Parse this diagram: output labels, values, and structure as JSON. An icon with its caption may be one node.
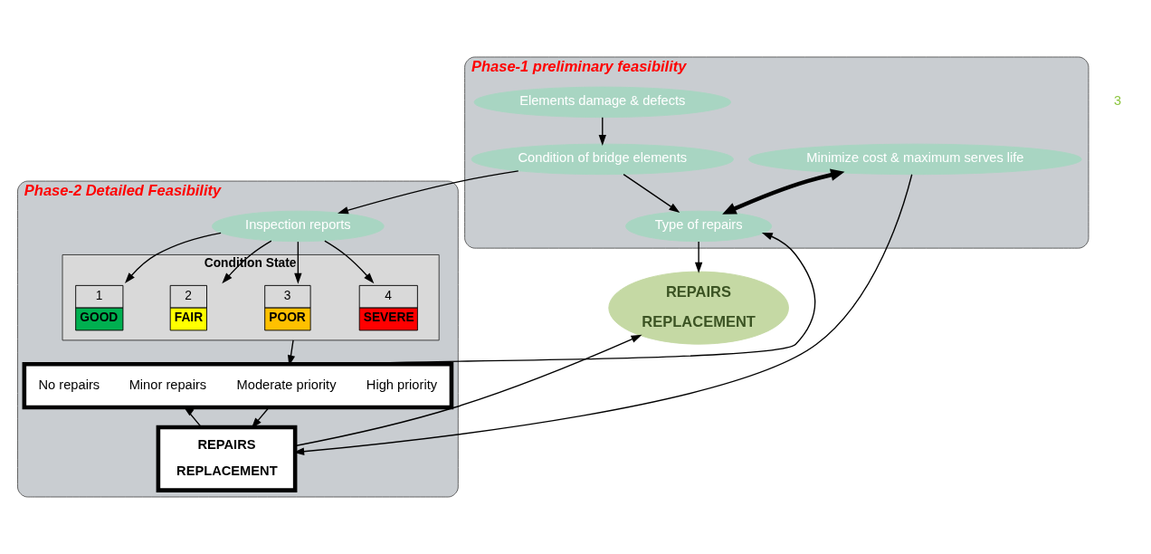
{
  "diagram": {
    "nodes": [
      {
        "text": [
          "Phase-1 preliminary feasibility"
        ]
      },
      {
        "text": [
          "Condition of bridge elements"
        ],
        "in": 0
      },
      {
        "text": [
          "Elements damage & defects"
        ],
        "in": 0
      },
      {
        "text": [
          "Type of repairs"
        ],
        "in": 0
      },
      {
        "text": [
          "Minimize cost & maximum serves life"
        ],
        "in": 0
      },
      {
        "text": [
          "REPAIRS",
          "REPLACEMENT"
        ]
      },
      {
        "text": [
          "Phase-2 Detailed Feasibility"
        ]
      },
      {
        "text": [
          "Inspection reports"
        ],
        "in": 6
      },
      {
        "text": [
          "Condition State"
        ],
        "in": 6
      },
      {
        "text": [
          "1",
          "GOOD"
        ],
        "in": 8
      },
      {
        "text": [
          "2",
          "FAIR"
        ],
        "in": 8
      },
      {
        "text": [
          "3",
          "POOR"
        ],
        "in": 8
      },
      {
        "text": [
          "4",
          "SEVERE"
        ],
        "in": 8
      },
      {
        "text": [],
        "shape": "box",
        "in": 6
      },
      {
        "text": [
          "No repairs"
        ],
        "in": 13
      },
      {
        "text": [
          "Minor repairs"
        ],
        "in": 13
      },
      {
        "text": [
          "Moderate priority"
        ],
        "in": 13
      },
      {
        "text": [
          "High priority"
        ],
        "in": 13
      },
      {
        "text": [
          "REPAIRS",
          "REPLACEMENT"
        ],
        "in": 6
      }
    ],
    "edges": [
      {
        "from": 2,
        "to": 1,
        "arrow": "to"
      },
      {
        "from": 1,
        "to": 3,
        "arrow": "to"
      },
      {
        "from": 4,
        "to": 3,
        "arrow": "both",
        "style": "thick"
      },
      {
        "from": 3,
        "to": 5,
        "arrow": "to"
      },
      {
        "from": 1,
        "to": 7,
        "arrow": "to"
      },
      {
        "from": 7,
        "to": 9,
        "arrow": "to"
      },
      {
        "from": 7,
        "to": 10,
        "arrow": "to"
      },
      {
        "from": 7,
        "to": 11,
        "arrow": "to"
      },
      {
        "from": 7,
        "to": 12,
        "arrow": "to"
      },
      {
        "from": 8,
        "to": 13,
        "arrow": "to"
      },
      {
        "from": 13,
        "to": 3,
        "arrow": "to"
      },
      {
        "from": 18,
        "to": 13,
        "arrow": "to"
      },
      {
        "from": 13,
        "to": 18,
        "arrow": "to"
      },
      {
        "from": 4,
        "to": 18,
        "arrow": "to"
      },
      {
        "from": 18,
        "to": 5,
        "arrow": "to"
      }
    ],
    "labels": [
      "3"
    ]
  }
}
